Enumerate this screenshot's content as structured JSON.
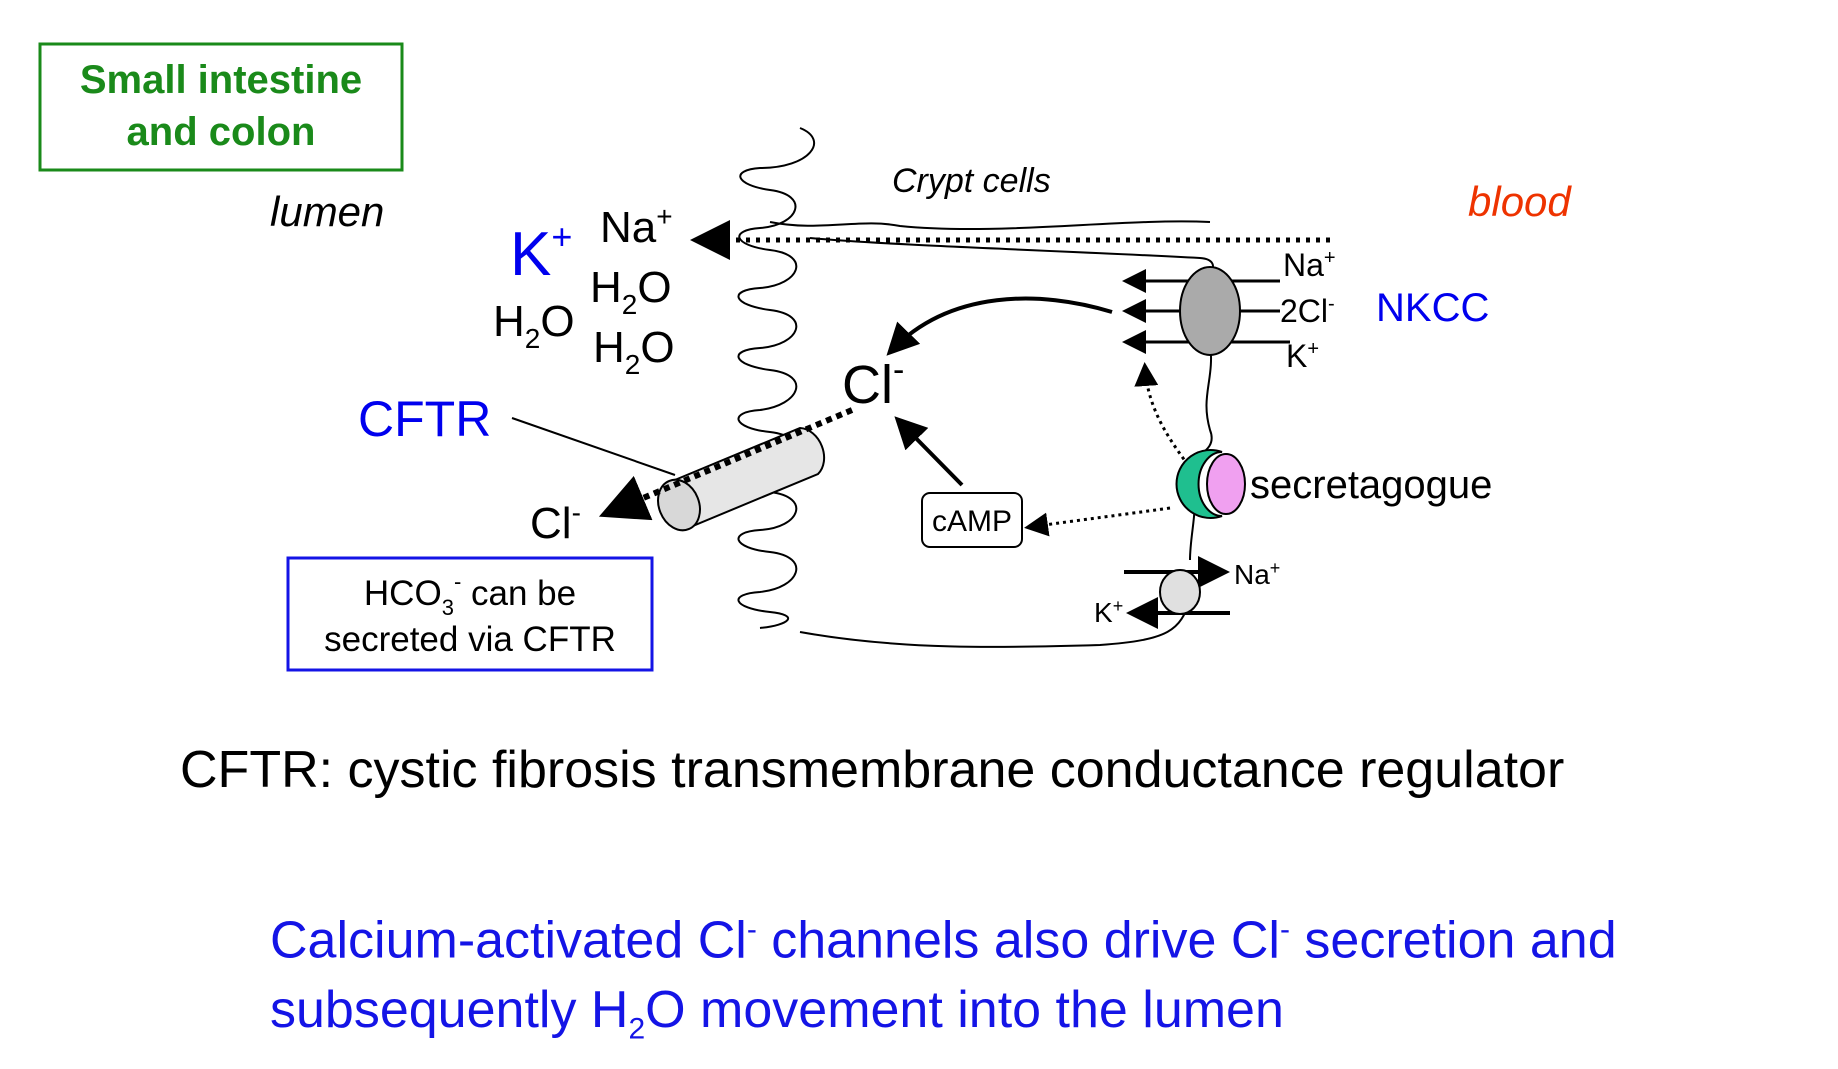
{
  "title_box": {
    "line1": "Small intestine",
    "line2": "and colon",
    "color": "#1a8a1a"
  },
  "labels": {
    "lumen": "lumen",
    "blood": "blood",
    "crypt_cells": "Crypt cells",
    "cftr": "CFTR",
    "nkcc": "NKCC",
    "secretagogue": "secretagogue",
    "camp": "cAMP"
  },
  "ions": {
    "k": "K",
    "na": "Na",
    "h2o_h": "H",
    "h2o_2": "2",
    "h2o_o": "O",
    "cl": "Cl",
    "plus": "+",
    "minus": "-",
    "nkcc_na": "Na",
    "nkcc_2cl": "2Cl",
    "nkcc_k": "K",
    "pump_na": "Na",
    "pump_k": "K"
  },
  "hco3_box": {
    "line1_a": "HCO",
    "line1_sub": "3",
    "line1_sup": "-",
    "line1_b": " can be",
    "line2": "secreted via CFTR"
  },
  "caption": "CFTR: cystic fibrosis transmembrane conductance regulator",
  "note": {
    "l1_a": "Calcium-activated Cl",
    "l1_sup1": "-",
    "l1_b": " channels also drive Cl",
    "l1_sup2": "-",
    "l1_c": " secretion and",
    "l2_a": "subsequently H",
    "l2_sub": "2",
    "l2_b": "O movement into the lumen"
  },
  "colors": {
    "blood": "#ee3300",
    "blue_label": "#0000ee",
    "channel_green": "#1fbf8f",
    "receptor_pink": "#f0a0f0",
    "nkcc_gray": "#aaaaaa"
  }
}
